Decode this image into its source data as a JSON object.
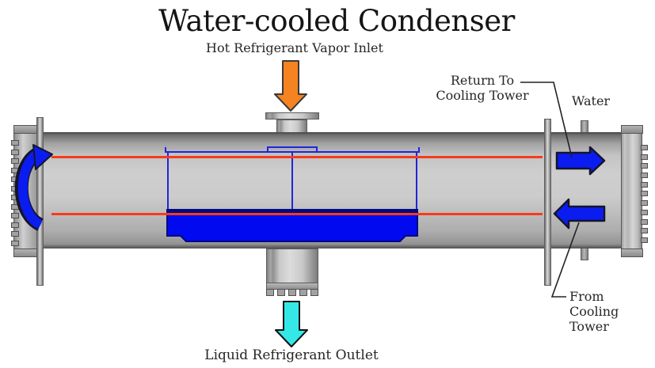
{
  "title": "Water-cooled Condenser",
  "labels": {
    "hot_inlet": "Hot Refrigerant Vapor Inlet",
    "return_line1": "Return To",
    "return_line2": "Cooling Tower",
    "water": "Water",
    "from_line1": "From Cooling",
    "from_line2": "Tower",
    "liquid_outlet": "Liquid Refrigerant Outlet"
  },
  "colors": {
    "hot_vapor_arrow": "#f5831f",
    "liquid_outlet_arrow": "#35e8e8",
    "water_flow_arrow": "#0b1cf0",
    "arrow_outline": "#14142b",
    "tube_line": "#f63b1c",
    "bundle_outline": "#2026d8",
    "liquid_pool": "#0009f0",
    "liquid_pool_edge": "#000a80",
    "shell_gray": "#c6c6c6",
    "leader_line": "#222222"
  }
}
